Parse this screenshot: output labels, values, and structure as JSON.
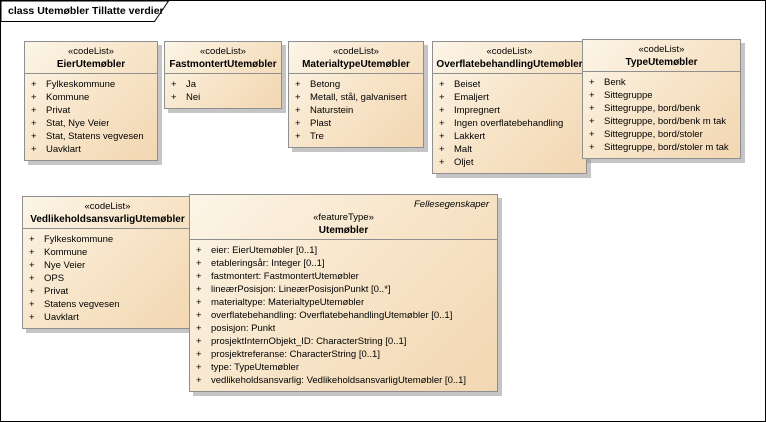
{
  "diagram_title": "class Utemøbler Tillatte verdier",
  "visibility_prefix": "+",
  "colors": {
    "background": "#FFFFFF",
    "frame_border": "#000000",
    "box_border": "#8F8F8F",
    "box_fill_light": "#FCF5E7",
    "box_fill_dark": "#F2D7B2",
    "box_shadow": "#969696",
    "text": "#000000"
  },
  "code_lists": [
    {
      "stereotype": "«codeList»",
      "name": "EierUtemøbler",
      "items": [
        "Fylkeskommune",
        "Kommune",
        "Privat",
        "Stat, Nye Veier",
        "Stat, Statens vegvesen",
        "Uavklart"
      ]
    },
    {
      "stereotype": "«codeList»",
      "name": "FastmontertUtemøbler",
      "items": [
        "Ja",
        "Nei"
      ]
    },
    {
      "stereotype": "«codeList»",
      "name": "MaterialtypeUtemøbler",
      "items": [
        "Betong",
        "Metall, stål, galvanisert",
        "Naturstein",
        "Plast",
        "Tre"
      ]
    },
    {
      "stereotype": "«codeList»",
      "name": "OverflatebehandlingUtemøbler",
      "items": [
        "Beiset",
        "Emaljert",
        "Impregnert",
        "Ingen overflatebehandling",
        "Lakkert",
        "Malt",
        "Oljet"
      ]
    },
    {
      "stereotype": "«codeList»",
      "name": "TypeUtemøbler",
      "items": [
        "Benk",
        "Sittegruppe",
        "Sittegruppe, bord/benk",
        "Sittegruppe, bord/benk m tak",
        "Sittegruppe, bord/stoler",
        "Sittegruppe, bord/stoler m tak"
      ]
    },
    {
      "stereotype": "«codeList»",
      "name": "VedlikeholdsansvarligUtemøbler",
      "items": [
        "Fylkeskommune",
        "Kommune",
        "Nye Veier",
        "OPS",
        "Privat",
        "Statens vegvesen",
        "Uavklart"
      ]
    }
  ],
  "feature_type": {
    "package_label": "Fellesegenskaper",
    "stereotype": "«featureType»",
    "name": "Utemøbler",
    "attributes": [
      "eier: EierUtemøbler [0..1]",
      "etableringsår: Integer [0..1]",
      "fastmontert: FastmontertUtemøbler",
      "lineærPosisjon: LineærPosisjonPunkt [0..*]",
      "materialtype: MaterialtypeUtemøbler",
      "overflatebehandling: OverflatebehandlingUtemøbler [0..1]",
      "posisjon: Punkt",
      "prosjektInternObjekt_ID: CharacterString [0..1]",
      "prosjektreferanse: CharacterString [0..1]",
      "type: TypeUtemøbler",
      "vedlikeholdsansvarlig: VedlikeholdsansvarligUtemøbler [0..1]"
    ]
  }
}
